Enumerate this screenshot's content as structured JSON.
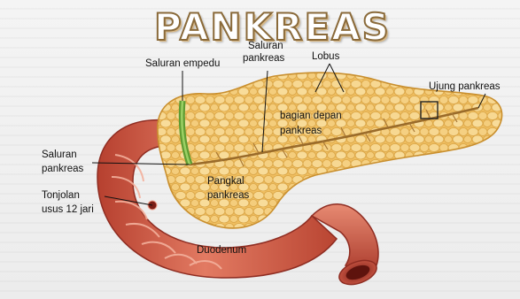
{
  "title": "PANKREAS",
  "labels": {
    "saluran_empedu": "Saluran empedu",
    "saluran_pankreas_top_1": "Saluran",
    "saluran_pankreas_top_2": "pankreas",
    "lobus": "Lobus",
    "ujung_pankreas": "Ujung pankreas",
    "bagian_depan_1": "bagian depan",
    "bagian_depan_2": "pankreas",
    "saluran_pankreas_left_1": "Saluran",
    "saluran_pankreas_left_2": "pankreas",
    "tonjolan_1": "Tonjolan",
    "tonjolan_2": "usus 12 jari",
    "pangkal_1": "Pangkal",
    "pangkal_2": "pankreas",
    "duodenum": "Duodenum"
  },
  "colors": {
    "pancreas_fill": "#f2c46a",
    "pancreas_lobule": "#f6d58c",
    "pancreas_outline": "#c98f2e",
    "duodenum": "#d9634f",
    "duodenum_dark": "#a8382b",
    "duodenum_light": "#f0a28e",
    "bile_duct": "#6fae3c",
    "title_outline": "#8a6a3a"
  }
}
